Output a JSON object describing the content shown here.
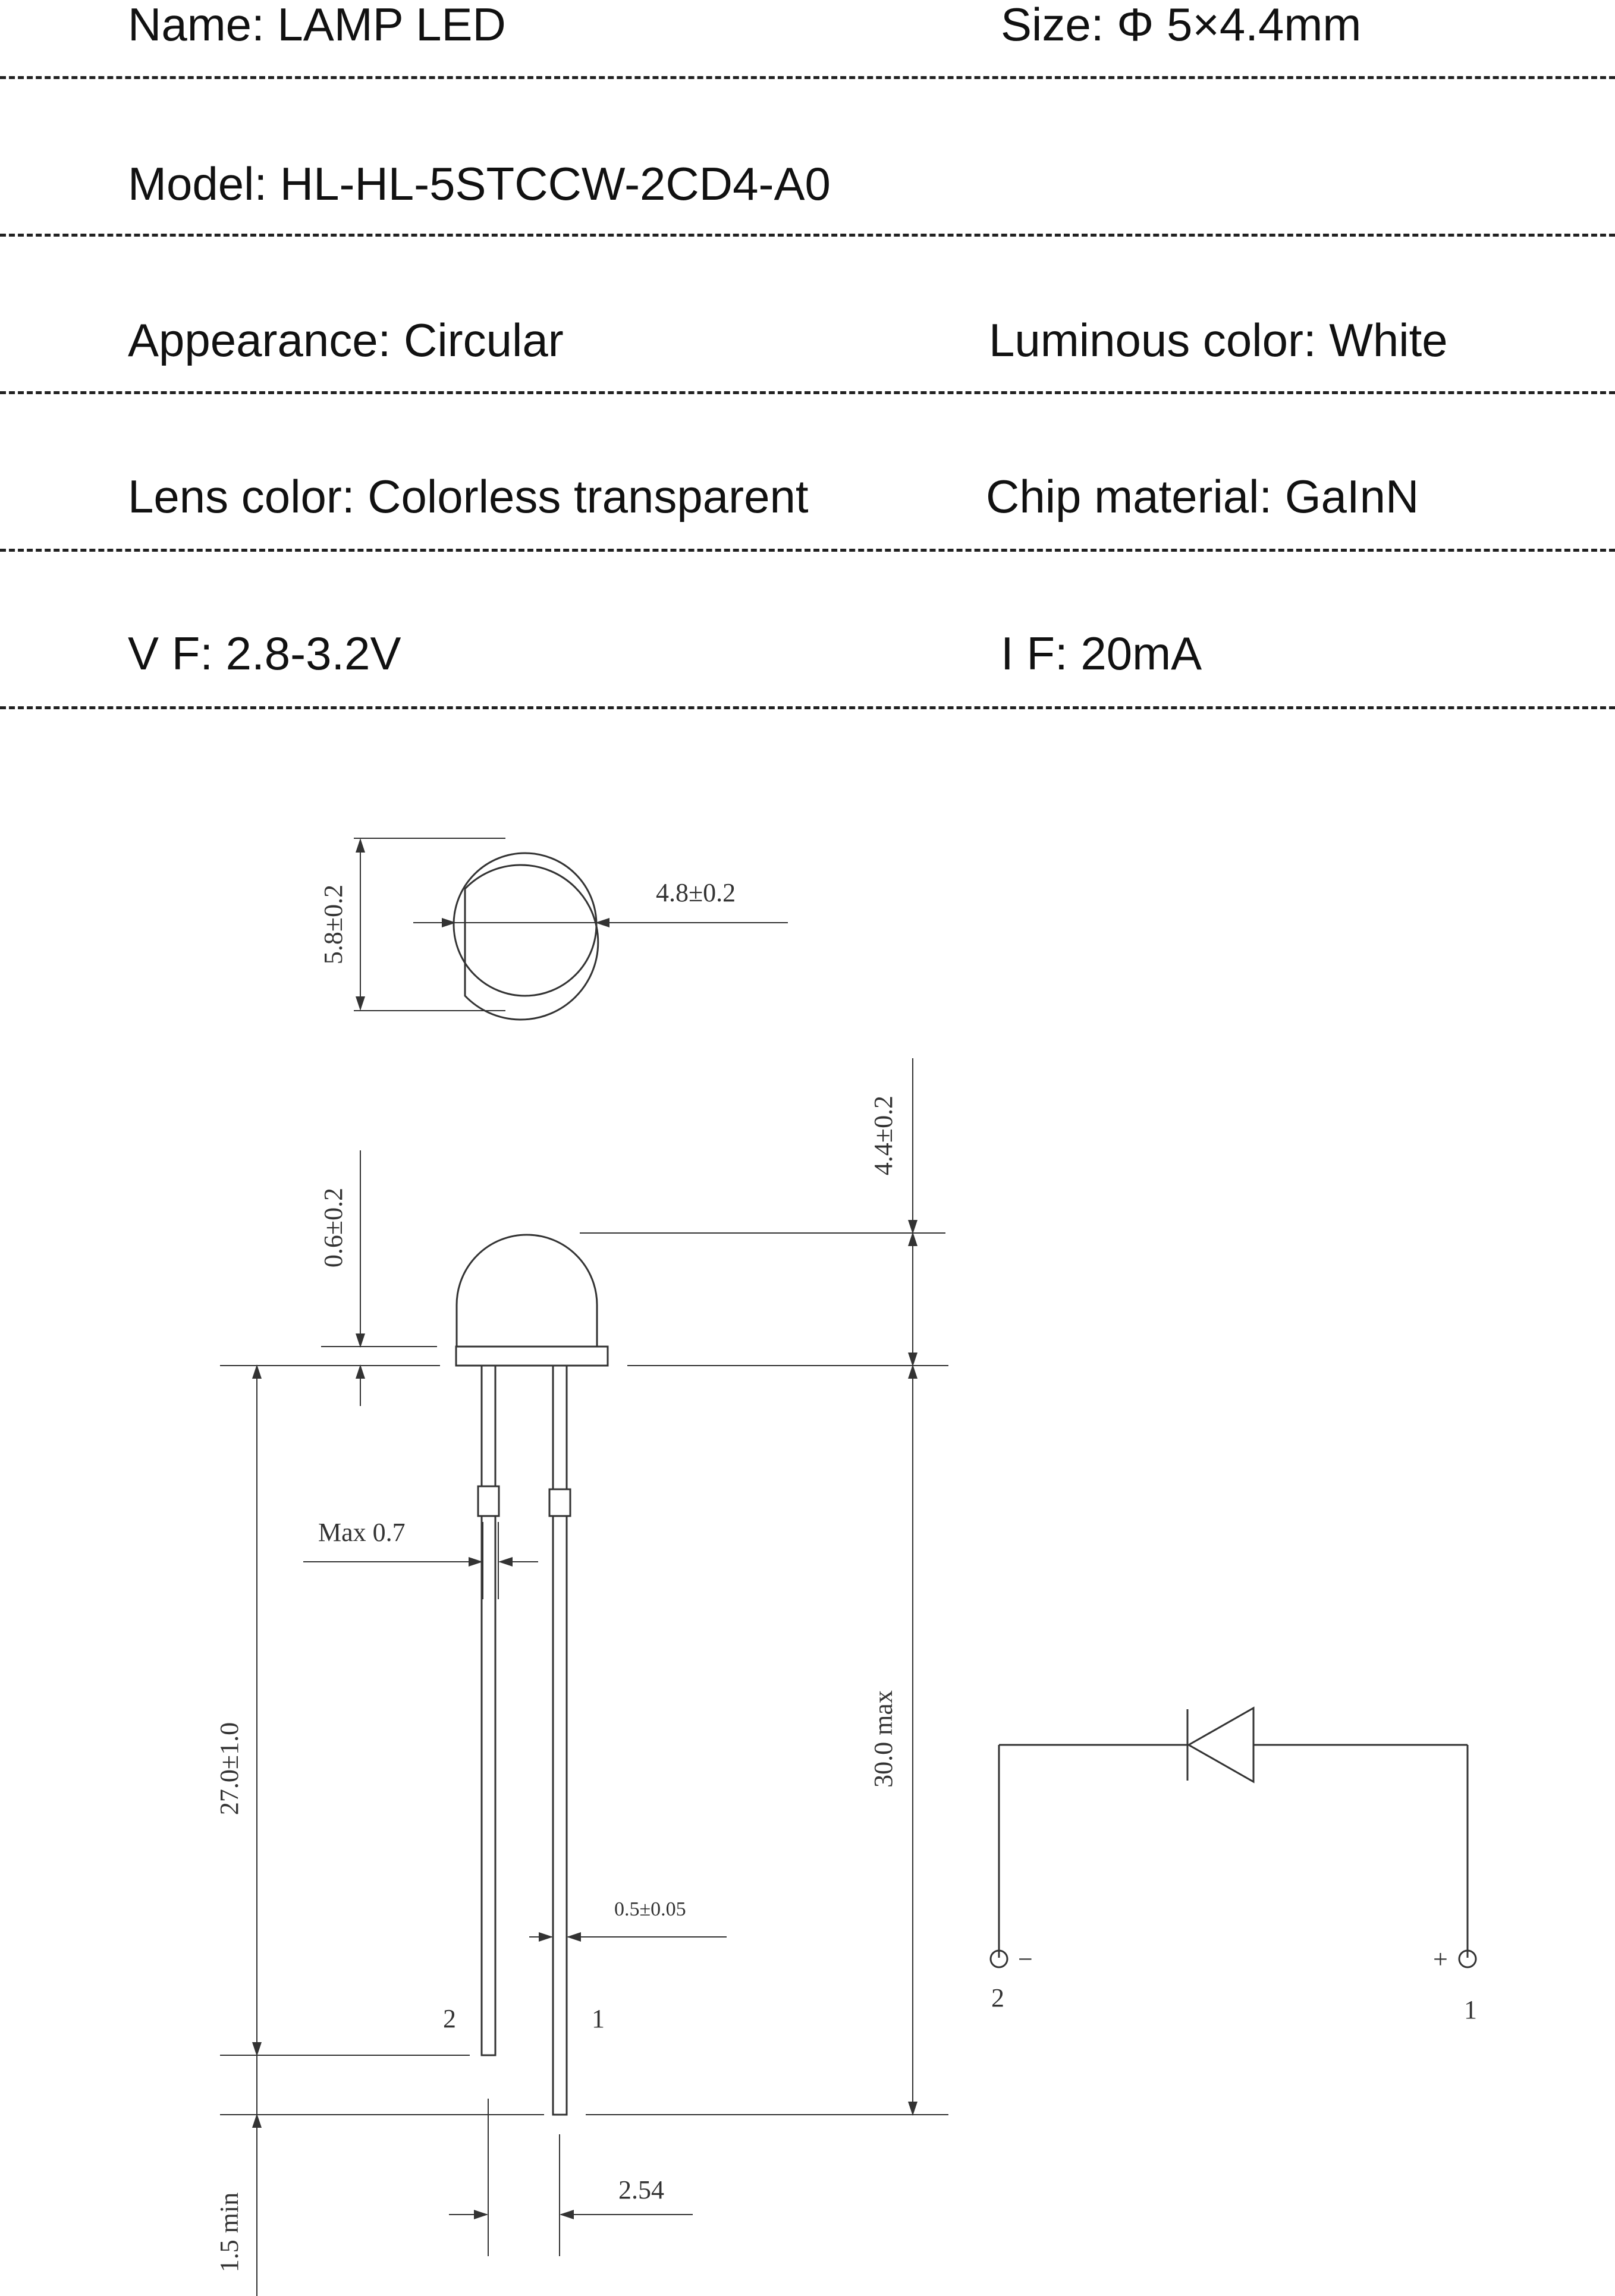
{
  "specs": {
    "name": "Name: LAMP LED",
    "size": "Size: Φ 5×4.4mm",
    "model": "Model: HL-HL-5STCCW-2CD4-A0",
    "appearance": "Appearance: Circular",
    "luminous_color": "Luminous color: White",
    "lens_color": "Lens color: Colorless transparent",
    "chip_material": "Chip material: GaInN",
    "vf": "V F: 2.8-3.2V",
    "if": "I F: 20mA"
  },
  "dimensions": {
    "flange_diameter": "5.8±0.2",
    "body_diameter": "4.8±0.2",
    "body_height": "4.4±0.2",
    "flange_thickness": "0.6±0.2",
    "max_bump": "Max 0.7",
    "short_lead": "27.0±1.0",
    "total_length": "30.0 max",
    "lead_width": "0.5±0.05",
    "pitch": "2.54",
    "lead_diff": "1.5 min",
    "pin_2": "2",
    "pin_1": "1"
  },
  "schematic": {
    "minus": "−",
    "plus": "+",
    "pin_2": "2",
    "pin_1": "1"
  }
}
